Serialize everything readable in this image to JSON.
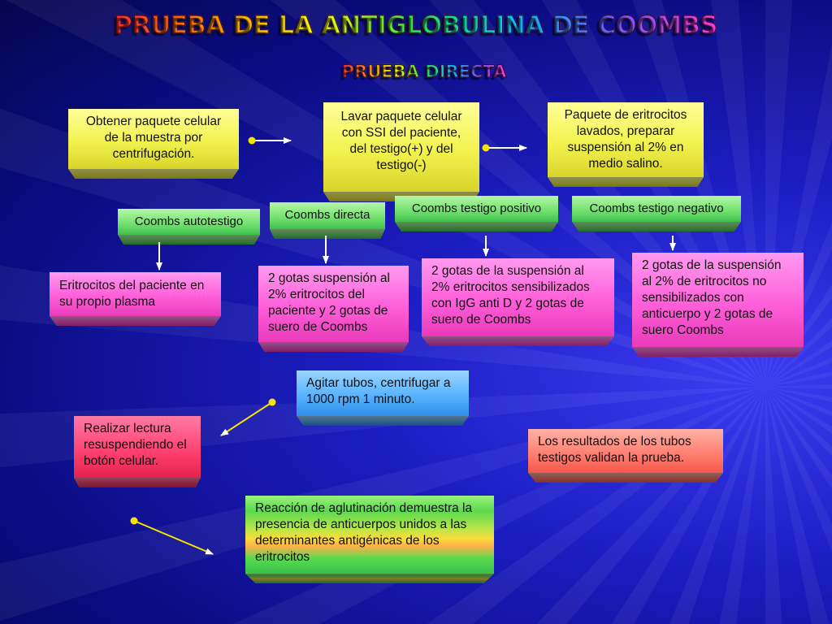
{
  "title": "PRUEBA DE LA ANTIGLOBULINA DE COOMBS",
  "subtitle": "PRUEBA DIRECTA",
  "steps": {
    "obtener": "Obtener paquete celular de la muestra por centrifugación.",
    "lavar": "Lavar paquete celular con SSI del paciente, del testigo(+) y del testigo(-)",
    "paquete": "Paquete de eritrocitos lavados, preparar suspensión al 2% en medio salino."
  },
  "labels": {
    "autotestigo": "Coombs autotestigo",
    "directa": "Coombs directa",
    "positivo": "Coombs testigo positivo",
    "negativo": "Coombs testigo negativo"
  },
  "details": {
    "autotestigo": "Eritrocitos del paciente en su propio plasma",
    "directa": "2 gotas suspensión al 2% eritrocitos del paciente y 2 gotas de suero de Coombs",
    "positivo": "2 gotas de la suspensión al 2% eritrocitos sensibilizados con IgG anti D y 2 gotas de suero de Coombs",
    "negativo": "2 gotas de la suspensión al 2% de eritrocitos no sensibilizados con anticuerpo y 2 gotas de suero Coombs"
  },
  "agitar": "Agitar tubos, centrifugar a 1000 rpm 1 minuto.",
  "lectura": "Realizar lectura resuspendiendo el botón celular.",
  "resultados": "Los resultados de los tubos testigos validan la prueba.",
  "reaccion": "Reacción de aglutinación demuestra la presencia de anticuerpos unidos a las determinantes antigénicas de los eritrocitos"
}
